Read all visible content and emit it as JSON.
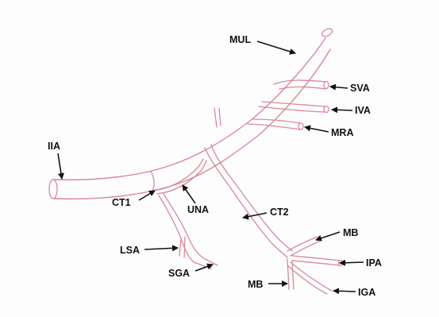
{
  "diagram": {
    "labels": {
      "mul": "MUL",
      "sva": "SVA",
      "iva": "IVA",
      "mra": "MRA",
      "iia": "IIA",
      "ct1": "CT1",
      "una": "UNA",
      "ct2": "CT2",
      "lsa": "LSA",
      "sga": "SGA",
      "mb_upper": "MB",
      "ipa": "IPA",
      "iga": "IGA",
      "mb_lower": "MB"
    }
  }
}
